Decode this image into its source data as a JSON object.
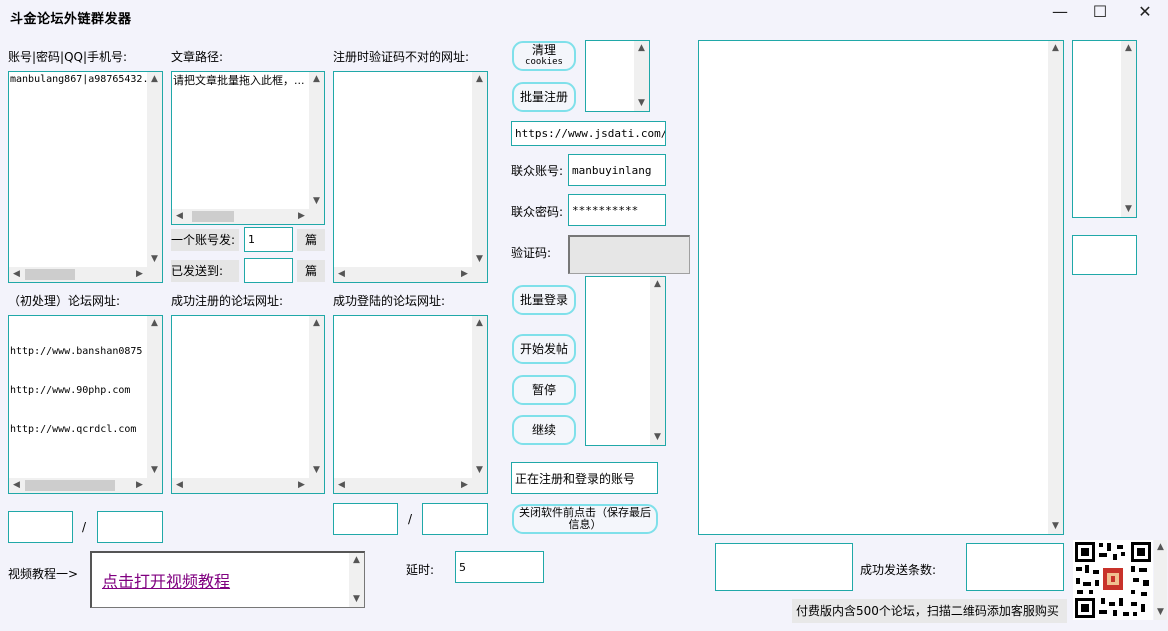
{
  "window": {
    "title": "斗金论坛外链群发器",
    "minimize": "—",
    "maximize": "☐",
    "close": "✕"
  },
  "labels": {
    "accounts": "账号|密码|QQ|手机号:",
    "article_path": "文章路径:",
    "reg_captcha_fail": "注册时验证码不对的网址:",
    "forum_urls": "（初处理）论坛网址:",
    "reg_success": "成功注册的论坛网址:",
    "login_success": "成功登陆的论坛网址:",
    "per_account": "一个账号发:",
    "per_account_unit": "篇",
    "sent_to": "已发送到:",
    "sent_to_unit": "篇",
    "separator": "/",
    "lianzhong_account": "联众账号:",
    "lianzhong_password": "联众密码:",
    "captcha": "验证码:",
    "video_tutorial": "视频教程一>",
    "delay": "延时:",
    "success_count": "成功发送条数:",
    "footer_note": "付费版内含500个论坛，扫描二维码添加客服购买"
  },
  "fields": {
    "accounts_text": "manbulang867|a98765432...",
    "article_path_text": "请把文章批量拖入此框，...",
    "forum_urls_lines": [
      "http://www.banshan0875",
      "http://www.90php.com",
      "http://www.qcrdcl.com"
    ],
    "per_account_value": "1",
    "sent_to_value": "",
    "url_value": "https://www.jsdati.com/",
    "lianzhong_account_value": "manbuyinlang",
    "lianzhong_password_value": "**********",
    "delay_value": "5",
    "current_account": "正在注册和登录的账号",
    "video_link": "点击打开视频教程"
  },
  "buttons": {
    "clear_cookies_line1": "清理",
    "clear_cookies_line2": "cookies",
    "batch_register": "批量注册",
    "batch_login": "批量登录",
    "start_post": "开始发帖",
    "pause": "暂停",
    "resume": "继续",
    "close_save": "关闭软件前点击（保存最后信息）"
  },
  "icons": {
    "scroll_up": "▲",
    "scroll_down": "▼",
    "scroll_left": "◀",
    "scroll_right": "▶"
  },
  "colors": {
    "border": "#20a8a8",
    "button_border": "#7fe0ea",
    "background": "#f3f3fb",
    "link": "#800080"
  }
}
